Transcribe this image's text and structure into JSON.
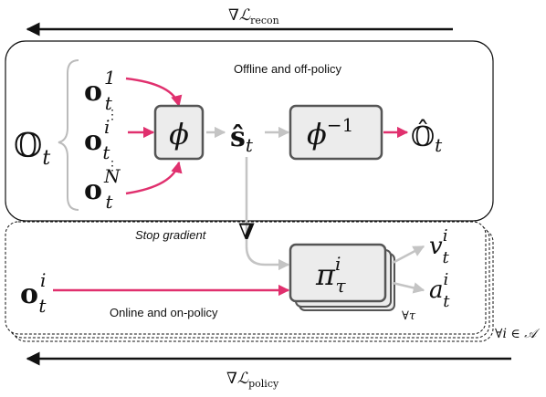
{
  "grad_recon": {
    "nabla": "∇",
    "L": "ℒ",
    "sub": "recon"
  },
  "grad_policy": {
    "nabla": "∇",
    "L": "ℒ",
    "sub": "policy"
  },
  "offline_label": "Offline and off-policy",
  "online_label": "Online and on-policy",
  "stop_gradient_label": "Stop gradient",
  "stop_gradient_symbol": "∇",
  "O_t": {
    "base": "𝕆",
    "sub": "t"
  },
  "o_obs": [
    {
      "base": "o",
      "sup": "1",
      "sub": "t"
    },
    {
      "base": "o",
      "sup": "i",
      "sub": "t"
    },
    {
      "base": "o",
      "sup": "N",
      "sub": "t"
    }
  ],
  "vdots": "⋮",
  "phi": "ϕ",
  "phi_inv": {
    "base": "ϕ",
    "sup": "−1"
  },
  "s_hat": {
    "base": "ŝ",
    "sub": "t"
  },
  "O_hat": {
    "base": "𝕆̂",
    "sub": "t"
  },
  "o_online": {
    "base": "o",
    "sup": "i",
    "sub": "t"
  },
  "pi": {
    "base": "π",
    "sup": "i",
    "sub": "τ"
  },
  "for_all_tau": "∀τ",
  "v_out": {
    "base": "v",
    "sup": "i",
    "sub": "t"
  },
  "a_out": {
    "base": "a",
    "sup": "i",
    "sub": "t"
  },
  "for_all_agents": "∀i ∈ 𝒜",
  "colors": {
    "pink": "#e0306e",
    "gray_arrow": "#c4c4c4",
    "box_fill": "#ececec",
    "box_stroke": "#555555",
    "black": "#111111"
  }
}
